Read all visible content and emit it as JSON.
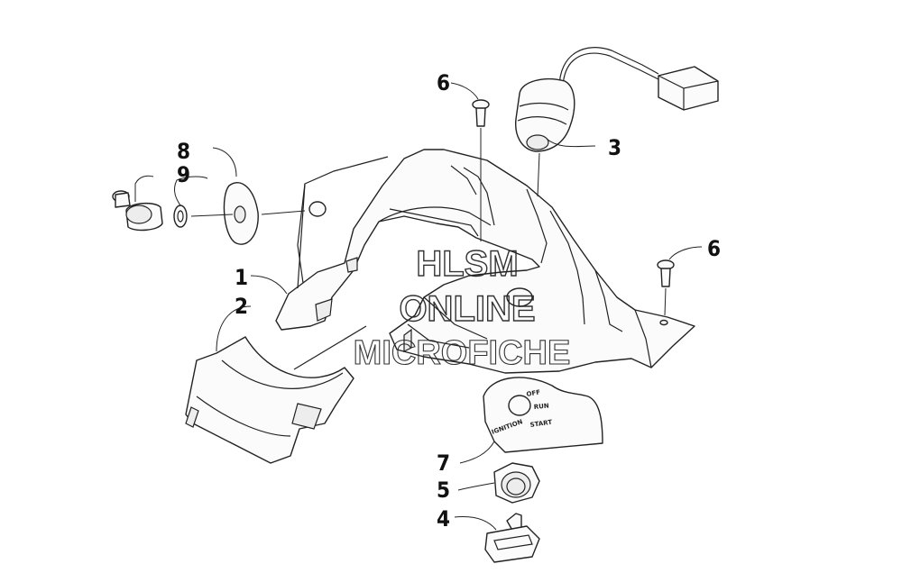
{
  "callouts": {
    "c1": "1",
    "c2": "2",
    "c3": "3",
    "c4": "4",
    "c5": "5",
    "c6a": "6",
    "c6b": "6",
    "c7": "7",
    "c8": "8",
    "c9": "9"
  },
  "ignition_plate": {
    "off": "OFF",
    "run": "RUN",
    "start": "START",
    "ignition": "IGNITION"
  },
  "watermark": {
    "line1": "HLSM",
    "line2": "ONLINE",
    "line3": "MICROFICHE"
  }
}
